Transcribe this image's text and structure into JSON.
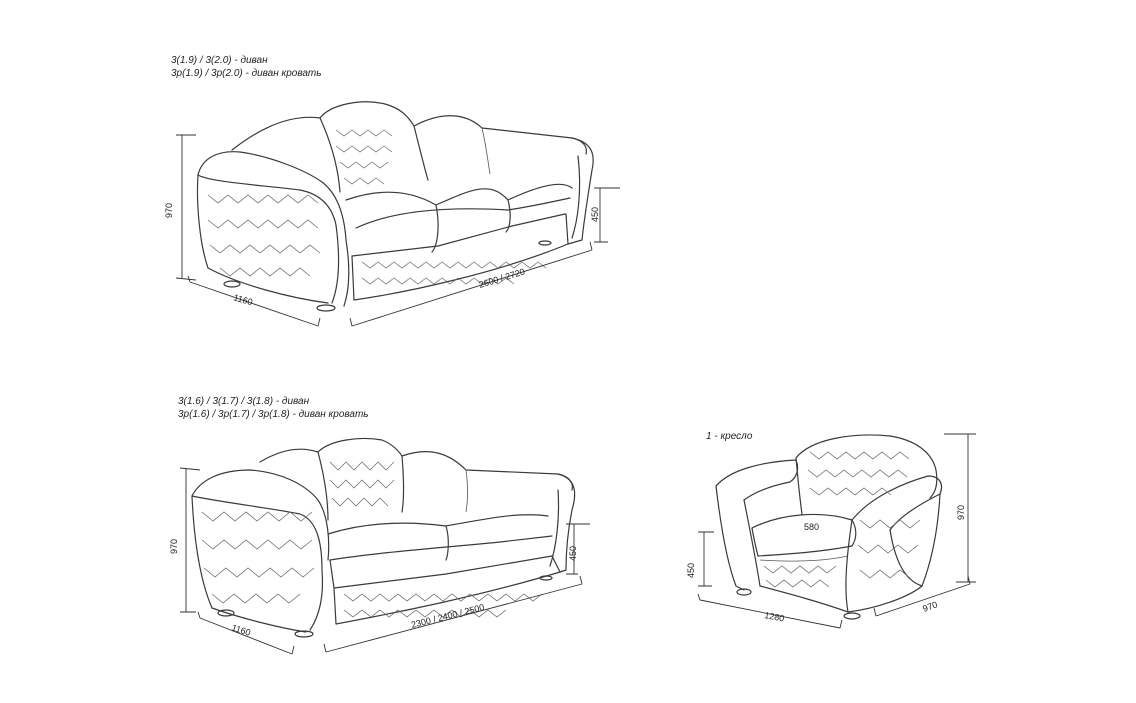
{
  "sofa_large": {
    "caption_line1": "3(1.9)   / 3(2.0)  -   диван",
    "caption_line2": "3р(1.9) / 3р(2.0) - диван кровать",
    "dim_height": "970",
    "dim_depth": "1160",
    "dim_width": "2600 / 2720",
    "dim_seat": "450"
  },
  "sofa_small": {
    "caption_line1": "3(1.6)   / 3(1.7)   / 3(1.8) -  диван",
    "caption_line2": "3р(1.6) / 3р(1.7) / 3р(1.8) - диван кровать",
    "dim_height": "970",
    "dim_depth": "1160",
    "dim_width": "2300 / 2400 / 2500",
    "dim_seat": "450"
  },
  "armchair": {
    "caption": "1 - кресло",
    "dim_seat_depth": "580",
    "dim_height": "970",
    "dim_seat": "450",
    "dim_width": "1280",
    "dim_depth": "970"
  }
}
